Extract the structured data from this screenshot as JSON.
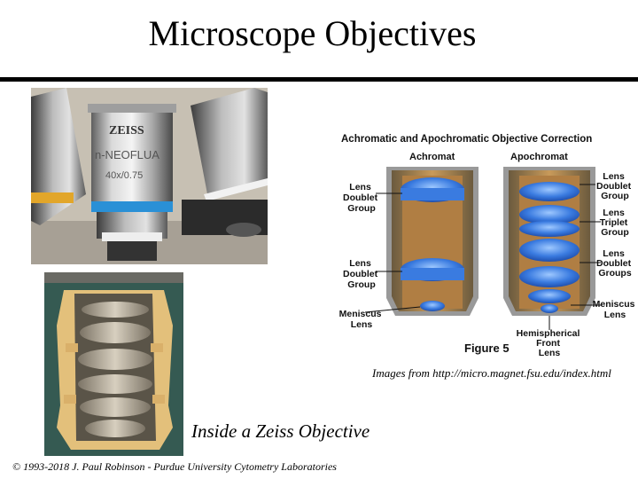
{
  "title": "Microscope Objectives",
  "photo_top": {
    "lens_brand": "ZEISS",
    "lens_model": "n-NEOFLUA",
    "lens_magnification": "40x/0.75"
  },
  "diagram": {
    "title": "Achromatic and Apochromatic Objective Correction",
    "achromat_label": "Achromat",
    "apochromat_label": "Apochromat",
    "left_labels": {
      "doublet1": [
        "Lens",
        "Doublet",
        "Group"
      ],
      "doublet2": [
        "Lens",
        "Doublet",
        "Group"
      ],
      "meniscus": [
        "Meniscus",
        "Lens"
      ]
    },
    "right_labels": {
      "doublet": [
        "Lens",
        "Doublet",
        "Group"
      ],
      "triplet": [
        "Lens",
        "Triplet",
        "Group"
      ],
      "doublets": [
        "Lens",
        "Doublet",
        "Groups"
      ],
      "meniscus": [
        "Meniscus",
        "Lens"
      ],
      "hemispherical": [
        "Hemispherical",
        "Front",
        "Lens"
      ]
    },
    "figure_label": "Figure 5"
  },
  "credit": "Images from http://micro.magnet.fsu.edu/index.html",
  "caption": "Inside a Zeiss Objective",
  "footer": "© 1993-2018 J. Paul Robinson - Purdue University Cytometry Laboratories"
}
